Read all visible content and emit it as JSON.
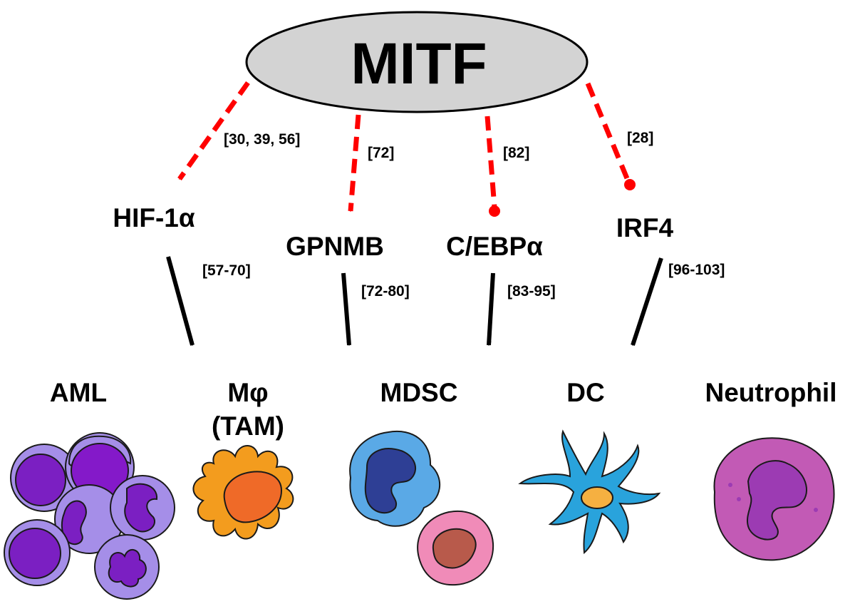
{
  "hub": {
    "label": "MITF"
  },
  "factors": [
    {
      "label": "HIF-1α",
      "mitf_ref": "[30, 39, 56]",
      "mitf_effect": "activation",
      "target_ref": "[57-70]"
    },
    {
      "label": "GPNMB",
      "mitf_ref": "[72]",
      "mitf_effect": "activation",
      "target_ref": "[72-80]"
    },
    {
      "label": "C/EBPα",
      "mitf_ref": "[82]",
      "mitf_effect": "inhibition",
      "target_ref": "[83-95]"
    },
    {
      "label": "IRF4",
      "mitf_ref": "[28]",
      "mitf_effect": "inhibition",
      "target_ref": "[96-103]"
    }
  ],
  "cells": [
    {
      "label": "AML",
      "icon": "aml-blast-cells-icon"
    },
    {
      "label": "Mφ",
      "label2": "(TAM)",
      "icon": "macrophage-icon"
    },
    {
      "label": "MDSC",
      "icon": "mdsc-cells-icon"
    },
    {
      "label": "DC",
      "icon": "dendritic-cell-icon"
    },
    {
      "label": "Neutrophil",
      "icon": "neutrophil-icon"
    }
  ],
  "colors": {
    "hub_fill": "#d3d3d3",
    "mitf_link": "#ff0000",
    "target_arrow": "#000000",
    "aml": "#7b1fc2",
    "macrophage": "#f39c1e",
    "mdsc": "#5aa9e6",
    "dc": "#29a3dc",
    "neutrophil": "#c25ab5"
  }
}
